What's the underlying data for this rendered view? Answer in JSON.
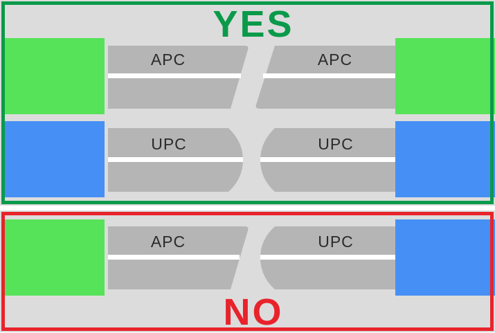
{
  "headings": {
    "yes": "YES",
    "no": "NO"
  },
  "connectors": {
    "yes_top": {
      "left_label": "APC",
      "right_label": "APC"
    },
    "yes_bottom": {
      "left_label": "UPC",
      "right_label": "UPC"
    },
    "no_row": {
      "left_label": "APC",
      "right_label": "UPC"
    }
  },
  "colors": {
    "yes": "#0a9a4a",
    "no": "#e8232b",
    "apc_block": "#56e35a",
    "upc_block": "#4690f5",
    "ferrule": "#b5b5b5",
    "background": "#dcdcdc"
  }
}
